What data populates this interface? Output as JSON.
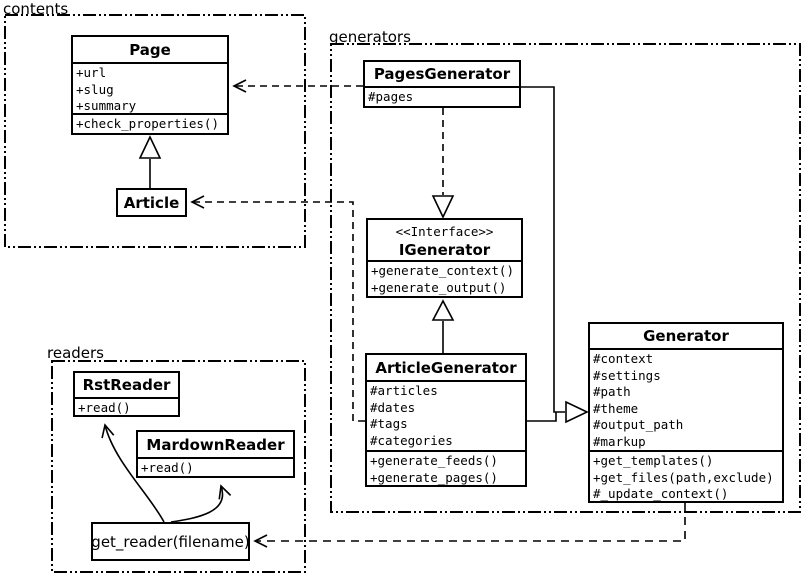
{
  "diagram": {
    "packages": {
      "contents": "contents",
      "generators": "generators",
      "readers": "readers"
    },
    "classes": {
      "page": {
        "name": "Page",
        "attrs": [
          "+url",
          "+slug",
          "+summary"
        ],
        "methods": [
          "+check_properties()"
        ]
      },
      "article": {
        "name": "Article"
      },
      "pages_generator": {
        "name": "PagesGenerator",
        "attrs": [
          "#pages"
        ]
      },
      "igenerator": {
        "stereotype": "<<Interface>>",
        "name": "IGenerator",
        "methods": [
          "+generate_context()",
          "+generate_output()"
        ]
      },
      "article_generator": {
        "name": "ArticleGenerator",
        "attrs": [
          "#articles",
          "#dates",
          "#tags",
          "#categories"
        ],
        "methods": [
          "+generate_feeds()",
          "+generate_pages()"
        ]
      },
      "generator": {
        "name": "Generator",
        "attrs": [
          "#context",
          "#settings",
          "#path",
          "#theme",
          "#output_path",
          "#markup"
        ],
        "methods": [
          "+get_templates()",
          "+get_files(path,exclude)",
          "#_update_context()"
        ]
      },
      "rst_reader": {
        "name": "RstReader",
        "methods": [
          "+read()"
        ]
      },
      "mardown_reader": {
        "name": "MardownReader",
        "methods": [
          "+read()"
        ]
      },
      "get_reader": {
        "label": "get_reader(filename)"
      }
    },
    "relations": [
      {
        "from": "Article",
        "to": "Page",
        "type": "generalization"
      },
      {
        "from": "PagesGenerator",
        "to": "Page",
        "type": "dependency"
      },
      {
        "from": "PagesGenerator",
        "to": "IGenerator",
        "type": "realization"
      },
      {
        "from": "PagesGenerator",
        "to": "Generator",
        "type": "generalization"
      },
      {
        "from": "ArticleGenerator",
        "to": "IGenerator",
        "type": "generalization"
      },
      {
        "from": "ArticleGenerator",
        "to": "Generator",
        "type": "generalization"
      },
      {
        "from": "ArticleGenerator",
        "to": "Article",
        "type": "dependency"
      },
      {
        "from": "Generator",
        "to": "get_reader(filename)",
        "type": "dependency"
      },
      {
        "from": "get_reader(filename)",
        "to": "RstReader",
        "type": "arrow"
      },
      {
        "from": "get_reader(filename)",
        "to": "MardownReader",
        "type": "arrow"
      }
    ],
    "colors": {
      "foreground": "#000000",
      "background": "#ffffff"
    }
  }
}
